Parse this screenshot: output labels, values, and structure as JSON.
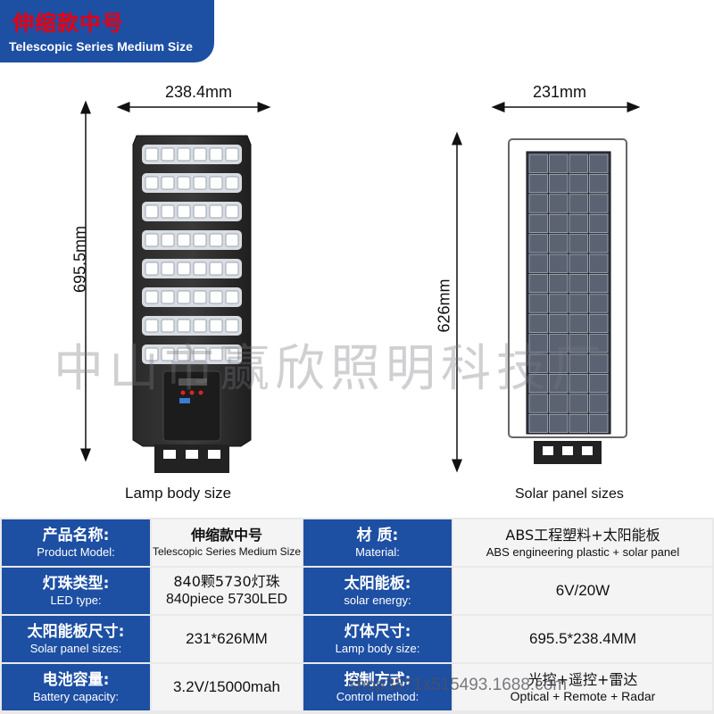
{
  "header": {
    "title_zh": "伸缩款中号",
    "title_en": "Telescopic Series Medium Size"
  },
  "lamp": {
    "width_label": "238.4mm",
    "height_label": "695.5mm",
    "caption": "Lamp body size"
  },
  "panel": {
    "width_label": "231mm",
    "height_label": "626mm",
    "caption": "Solar panel sizes"
  },
  "watermark": "中山市赢欣照明科技厂",
  "specs": {
    "rows": [
      {
        "left_label_zh": "产品名称:",
        "left_label_en": "Product Model:",
        "left_value_zh": "伸缩款中号",
        "left_value_en": "Telescopic Series Medium Size",
        "right_label_zh": "材  质:",
        "right_label_en": "Material:",
        "right_value_zh": "ABS工程塑料+太阳能板",
        "right_value_en": "ABS engineering plastic + solar panel"
      },
      {
        "left_label_zh": "灯珠类型:",
        "left_label_en": "LED type:",
        "left_value_zh": "840颗5730灯珠",
        "left_value_en": "840piece 5730LED",
        "right_label_zh": "太阳能板:",
        "right_label_en": "solar energy:",
        "right_value": "6V/20W"
      },
      {
        "left_label_zh": "太阳能板尺寸:",
        "left_label_en": "Solar panel sizes:",
        "left_value": "231*626MM",
        "right_label_zh": "灯体尺寸:",
        "right_label_en": "Lamp body size:",
        "right_value": "695.5*238.4MM"
      },
      {
        "left_label_zh": "电池容量:",
        "left_label_en": "Battery capacity:",
        "left_value": "3.2V/15000mah",
        "right_label_zh": "控制方式:",
        "right_label_en": "Control method:",
        "right_value_zh": "光控+遥控+雷达",
        "right_value_en": "Optical + Remote + Radar"
      }
    ],
    "shop_watermark": "shop3871x515493.1688.com"
  }
}
